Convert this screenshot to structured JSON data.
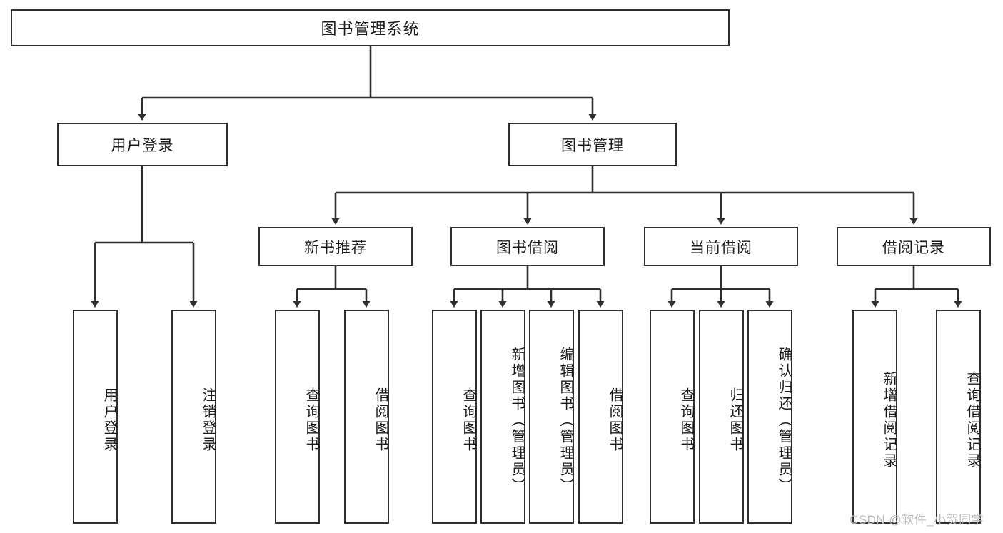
{
  "diagram": {
    "title": "图书管理系统",
    "type": "hierarchy-tree",
    "root": {
      "label": "图书管理系统"
    },
    "level2": [
      {
        "label": "用户登录"
      },
      {
        "label": "图书管理"
      }
    ],
    "level3": [
      {
        "label": "新书推荐"
      },
      {
        "label": "图书借阅"
      },
      {
        "label": "当前借阅"
      },
      {
        "label": "借阅记录"
      }
    ],
    "leaves": {
      "user_login": [
        {
          "label": "用户登录"
        },
        {
          "label": "注销登录"
        }
      ],
      "new_book_recommend": [
        {
          "label": "查询图书"
        },
        {
          "label": "借阅图书"
        }
      ],
      "book_borrow": [
        {
          "label": "查询图书"
        },
        {
          "label": "新增图书（管理员）"
        },
        {
          "label": "编辑图书（管理员）"
        },
        {
          "label": "借阅图书"
        }
      ],
      "current_borrow": [
        {
          "label": "查询图书"
        },
        {
          "label": "归还图书"
        },
        {
          "label": "确认归还（管理员）"
        }
      ],
      "borrow_record": [
        {
          "label": "新增借阅记录"
        },
        {
          "label": "查询借阅记录"
        }
      ]
    }
  },
  "watermark": {
    "text": "CSDN @软件_小贺同学"
  },
  "colors": {
    "box_border": "#2f2f2f",
    "box_fill": "#ffffff",
    "line": "#2f2f2f",
    "text": "#1a1a1a",
    "watermark": "#b9b9b9",
    "background": "#ffffff"
  }
}
